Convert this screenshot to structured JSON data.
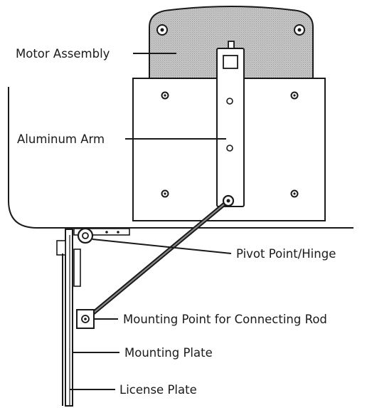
{
  "labels": {
    "motor_assembly": "Motor Assembly",
    "aluminum_arm": "Aluminum Arm",
    "pivot_point": "Pivot Point/Hinge",
    "mounting_point": "Mounting Point for Connecting Rod",
    "mounting_plate": "Mounting Plate",
    "license_plate": "License Plate"
  },
  "colors": {
    "ink": "#1a1a1a",
    "motor_fill": "#c9c9c9",
    "panel_fill": "#ffffff",
    "background": "#ffffff"
  }
}
